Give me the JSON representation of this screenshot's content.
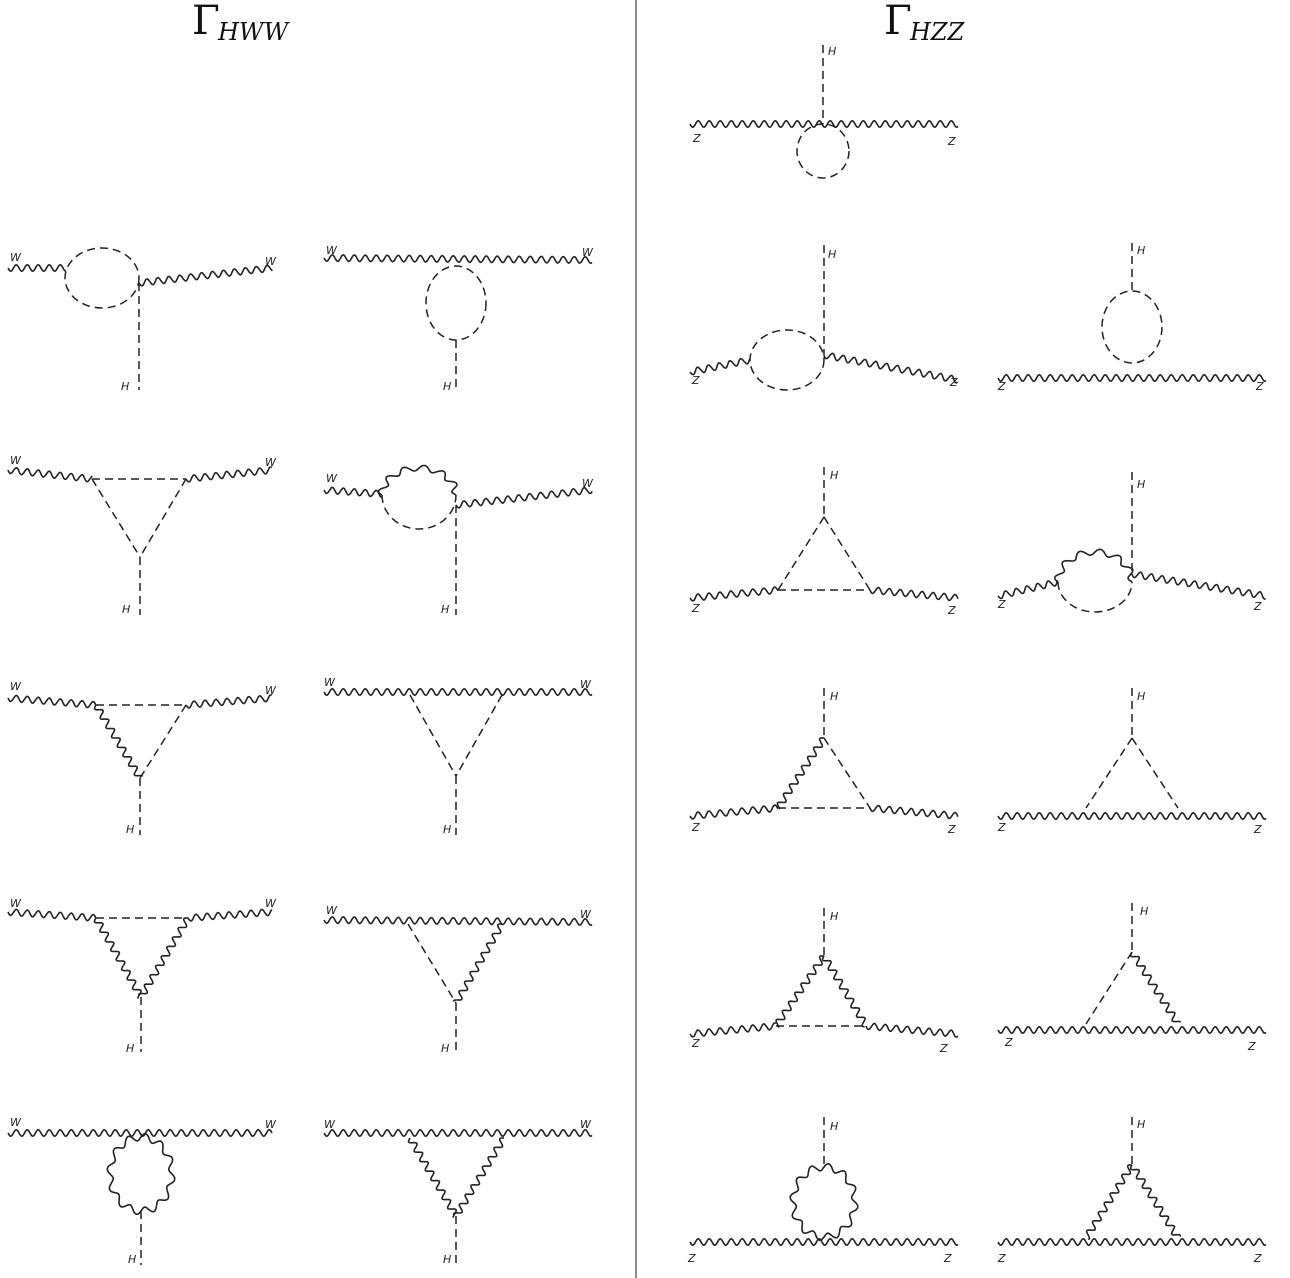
{
  "panels": [
    {
      "title_symbol": "Γ",
      "title_subscript": "HWW",
      "boson": "W",
      "scalar": "H"
    },
    {
      "title_symbol": "Γ",
      "title_subscript": "HZZ",
      "boson": "Z",
      "scalar": "H"
    }
  ],
  "diagrams": [
    {
      "panel": 0,
      "topology": "scalar bubble on left boson leg"
    },
    {
      "panel": 0,
      "topology": "scalar tadpole loop on Higgs line"
    },
    {
      "panel": 0,
      "topology": "scalar triangle, scalar bottom vertex"
    },
    {
      "panel": 0,
      "topology": "mixed boson/scalar bubble on left leg"
    },
    {
      "panel": 0,
      "topology": "triangle with left boson side"
    },
    {
      "panel": 0,
      "topology": "scalar triangle with vertex on boson line"
    },
    {
      "panel": 0,
      "topology": "triangle with boson sides, scalar top"
    },
    {
      "panel": 0,
      "topology": "triangle with right boson side, vertex on line"
    },
    {
      "panel": 0,
      "topology": "boson tadpole loop"
    },
    {
      "panel": 0,
      "topology": "boson triangle, vertex on line"
    },
    {
      "panel": 1,
      "topology": "scalar tadpole at four-point vertex"
    },
    {
      "panel": 1,
      "topology": "scalar bubble on left leg"
    },
    {
      "panel": 1,
      "topology": "scalar loop on Higgs line"
    },
    {
      "panel": 1,
      "topology": "scalar triangle, inverted"
    },
    {
      "panel": 1,
      "topology": "mixed bubble on left leg"
    },
    {
      "panel": 1,
      "topology": "inverted triangle, left boson side"
    },
    {
      "panel": 1,
      "topology": "inverted scalar triangle, vertex on line"
    },
    {
      "panel": 1,
      "topology": "inverted triangle, boson sides"
    },
    {
      "panel": 1,
      "topology": "inverted triangle, right boson side"
    },
    {
      "panel": 1,
      "topology": "boson loop on Higgs line"
    },
    {
      "panel": 1,
      "topology": "inverted boson triangle"
    }
  ],
  "colors": {
    "line": "#222222",
    "divider": "#666666",
    "background": "#ffffff"
  }
}
